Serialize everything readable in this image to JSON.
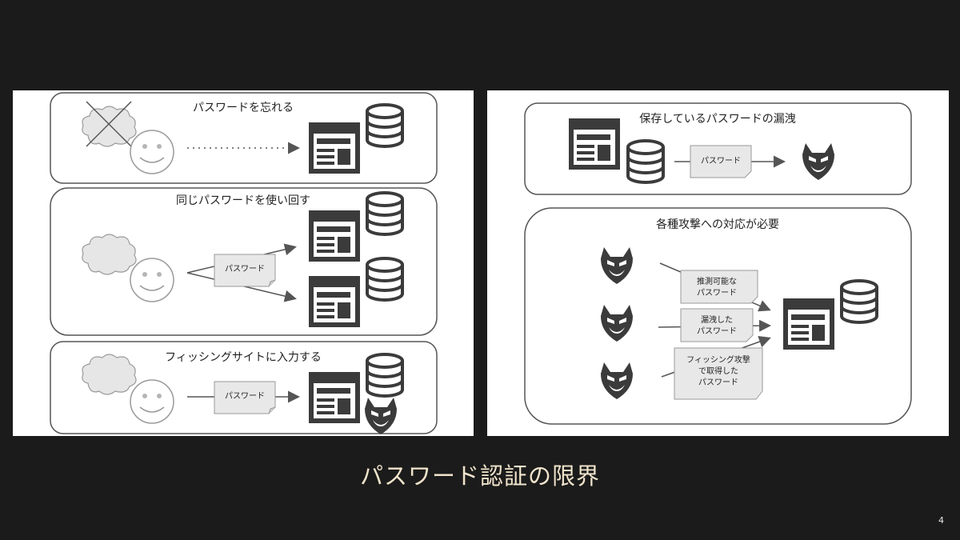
{
  "slide": {
    "title": "パスワード認証の限界",
    "page_number": "4"
  },
  "left_panel": {
    "forget": {
      "heading": "パスワードを忘れる"
    },
    "reuse": {
      "heading": "同じパスワードを使い回す",
      "note": "パスワード"
    },
    "phishing": {
      "heading": "フィッシングサイトに入力する",
      "note": "パスワード"
    }
  },
  "right_panel": {
    "leak": {
      "heading": "保存しているパスワードの漏洩",
      "note": "パスワード"
    },
    "attacks": {
      "heading": "各種攻撃への対応が必要",
      "notes": [
        {
          "line1": "推測可能な",
          "line2": "パスワード",
          "line3": ""
        },
        {
          "line1": "漏洩した",
          "line2": "パスワード",
          "line3": ""
        },
        {
          "line1": "フィッシング攻撃",
          "line2": "で取得した",
          "line3": "パスワード"
        }
      ]
    }
  },
  "colors": {
    "background": "#1b1b1b",
    "title": "#f1e4cc",
    "icon_dark": "#3b3b3b",
    "note_fill": "#e8e8e8"
  }
}
